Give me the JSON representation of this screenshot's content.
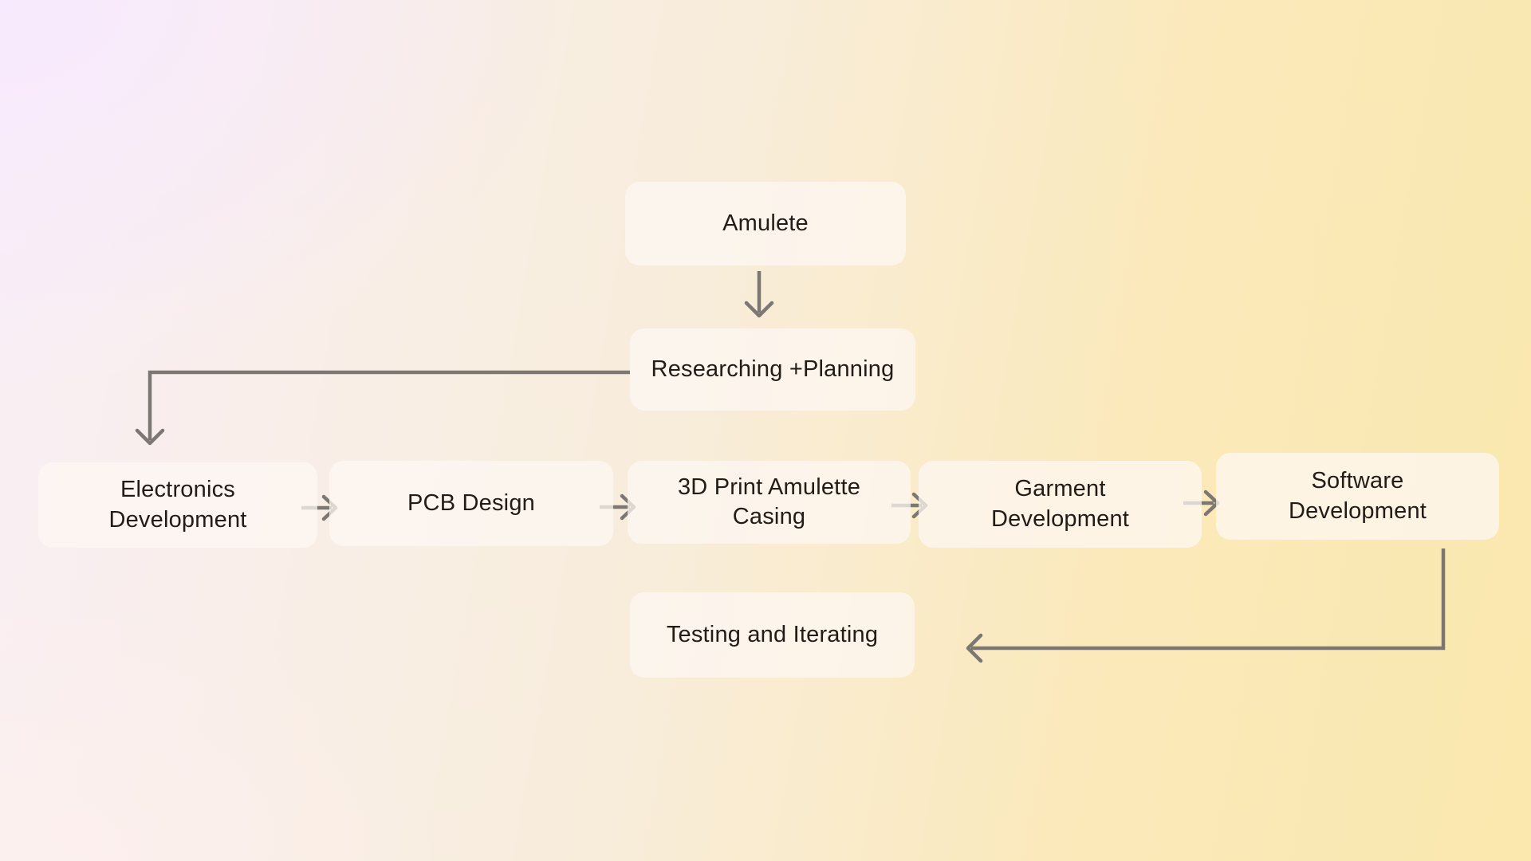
{
  "diagram": {
    "nodes": [
      {
        "id": "amulete",
        "label": "Amulete"
      },
      {
        "id": "researching-planning",
        "label": "Researching +Planning"
      },
      {
        "id": "electronics-development",
        "label": "Electronics\nDevelopment"
      },
      {
        "id": "pcb-design",
        "label": "PCB Design"
      },
      {
        "id": "3d-print-amulette-casing",
        "label": "3D Print Amulette\nCasing"
      },
      {
        "id": "garment-development",
        "label": "Garment\nDevelopment"
      },
      {
        "id": "software-development",
        "label": "Software\nDevelopment"
      },
      {
        "id": "testing-and-iterating",
        "label": "Testing and Iterating"
      }
    ],
    "connectors": [
      {
        "from": "amulete",
        "to": "researching-planning"
      },
      {
        "from": "researching-planning",
        "to": "electronics-development"
      },
      {
        "from": "electronics-development",
        "to": "pcb-design"
      },
      {
        "from": "pcb-design",
        "to": "3d-print-amulette-casing"
      },
      {
        "from": "3d-print-amulette-casing",
        "to": "garment-development"
      },
      {
        "from": "garment-development",
        "to": "software-development"
      },
      {
        "from": "software-development",
        "to": "testing-and-iterating"
      }
    ],
    "colors": {
      "background_lavender": "#f9effe",
      "background_cream": "#f8edda",
      "background_yellow": "#fae8ae",
      "node_fill": "#fdf6ee",
      "node_text": "#211c17",
      "connector": "#7c7772"
    }
  }
}
